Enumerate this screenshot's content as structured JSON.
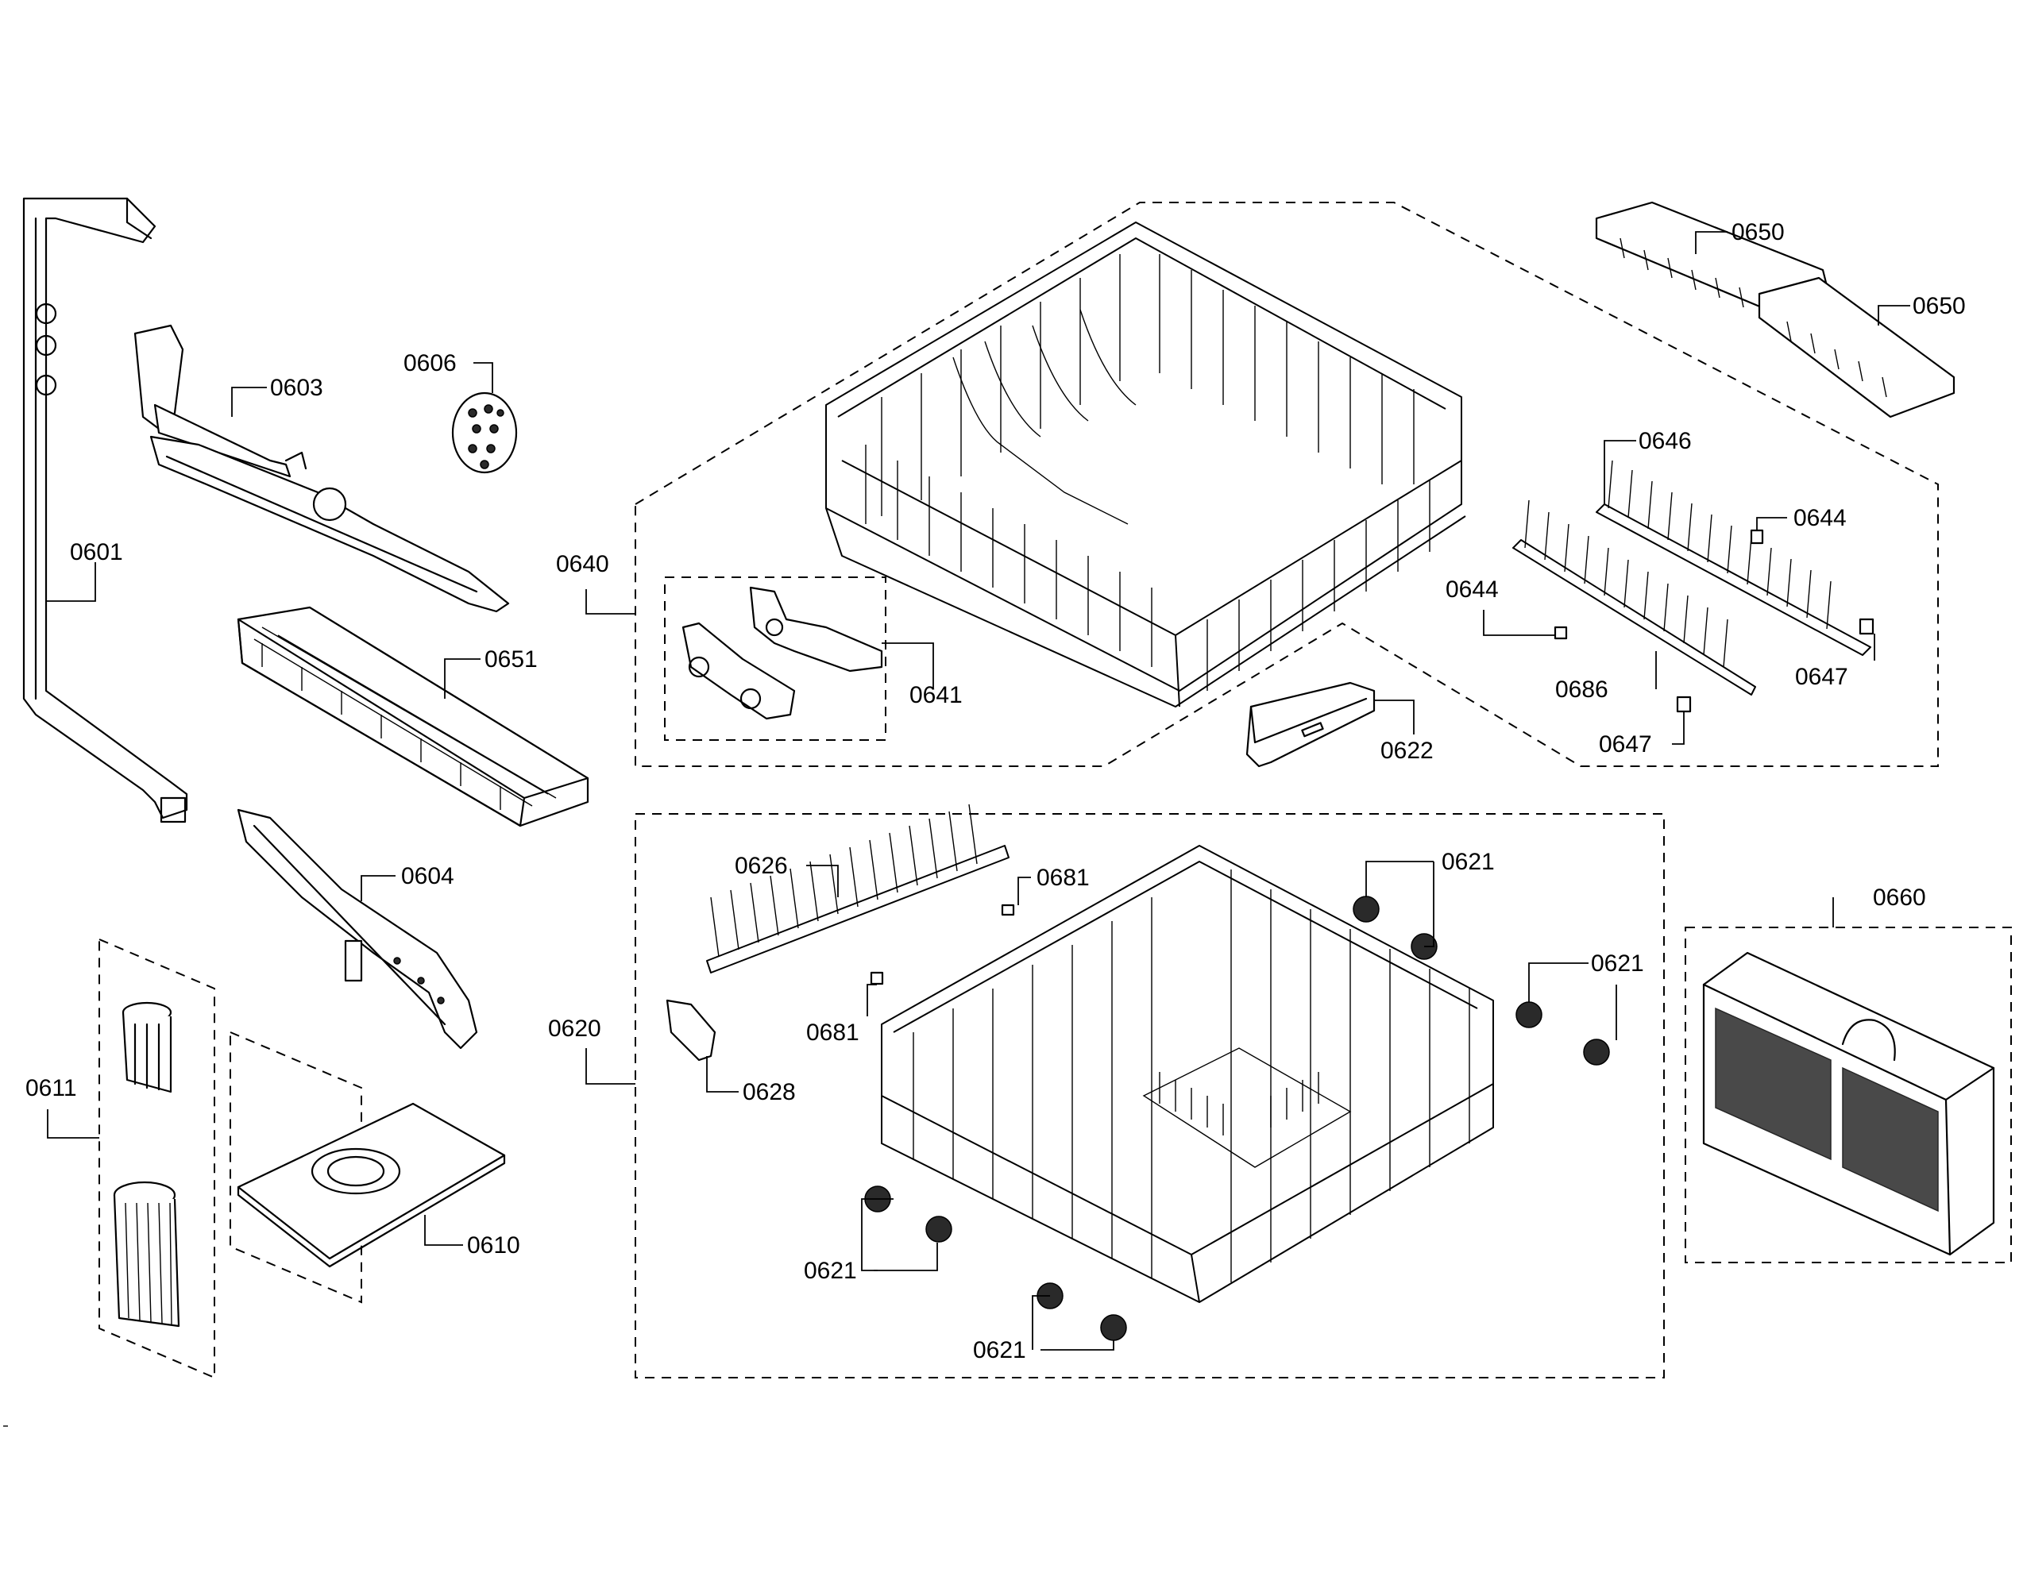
{
  "labels": {
    "p0601": "0601",
    "p0603": "0603",
    "p0604": "0604",
    "p0606": "0606",
    "p0610": "0610",
    "p0611": "0611",
    "p0620": "0620",
    "p0621a": "0621",
    "p0621b": "0621",
    "p0621c": "0621",
    "p0621d": "0621",
    "p0622": "0622",
    "p0626": "0626",
    "p0628": "0628",
    "p0640": "0640",
    "p0641": "0641",
    "p0644a": "0644",
    "p0644b": "0644",
    "p0646": "0646",
    "p0647a": "0647",
    "p0647b": "0647",
    "p0650a": "0650",
    "p0650b": "0650",
    "p0651": "0651",
    "p0660": "0660",
    "p0681a": "0681",
    "p0681b": "0681",
    "p0686": "0686"
  }
}
